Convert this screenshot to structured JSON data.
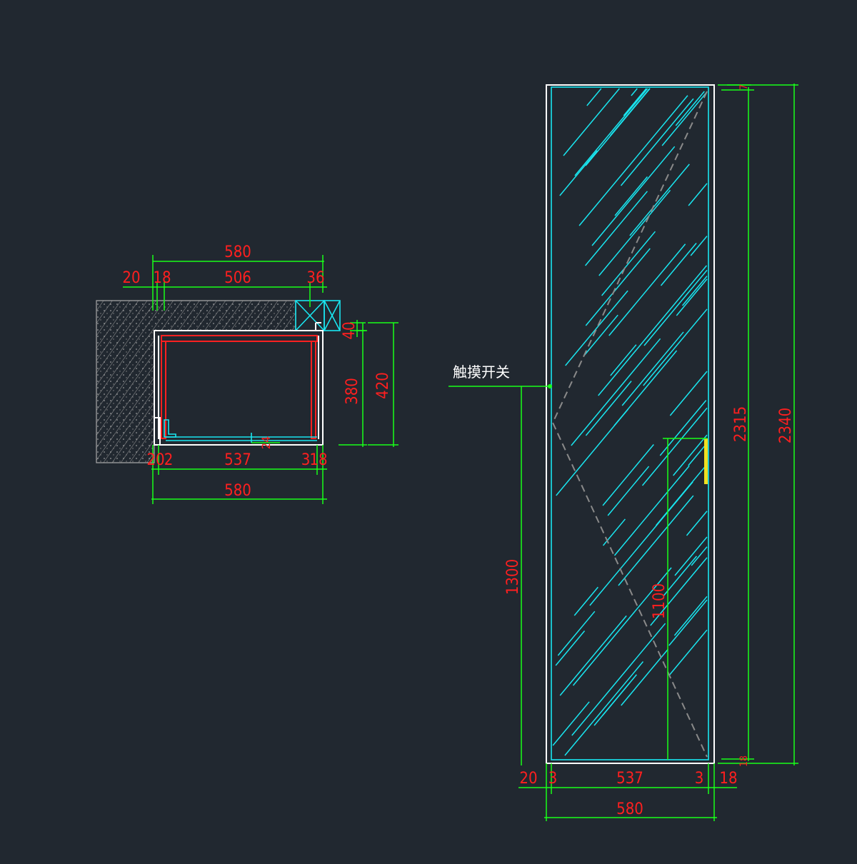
{
  "colors": {
    "background": "#212830",
    "dimension_text": "#ff1f1f",
    "dimension_line": "#19ff19",
    "glass": "#19e6f0",
    "frame": "#ffffff",
    "handle": "#f0e020",
    "wall_hatch": "#a8a8a8"
  },
  "plan_view": {
    "top_total": "580",
    "top_left_a": "20",
    "top_left_b": "18",
    "top_middle": "506",
    "top_right": "36",
    "right_small": "40",
    "right_inner": "380",
    "right_outer": "420",
    "bottom_left": "20",
    "bottom_left_b": "2",
    "bottom_middle": "537",
    "bottom_right_a": "3",
    "bottom_right_b": "18",
    "inner_small": "24",
    "bottom_total": "580"
  },
  "elevation_view": {
    "switch_label": "触摸开关",
    "switch_height": "1300",
    "handle_height": "1100",
    "inner_height": "2315",
    "outer_height": "2340",
    "top_small": "7",
    "bottom_small": "18",
    "bottom_left": "20",
    "bottom_left_b": "3",
    "bottom_middle": "537",
    "bottom_right_a": "3",
    "bottom_right_b": "18",
    "bottom_total": "580"
  }
}
